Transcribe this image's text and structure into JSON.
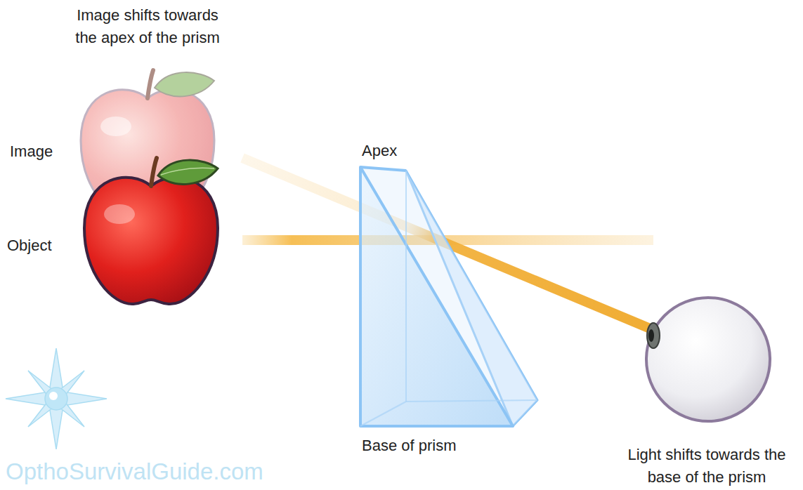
{
  "diagram": {
    "labels": [
      "Image shifts towards the apex of the prism",
      "Image",
      "Object",
      "Apex",
      "Base of prism",
      "Light shifts towards the base of the prism",
      "OpthoSurvivalGuide.com"
    ]
  }
}
